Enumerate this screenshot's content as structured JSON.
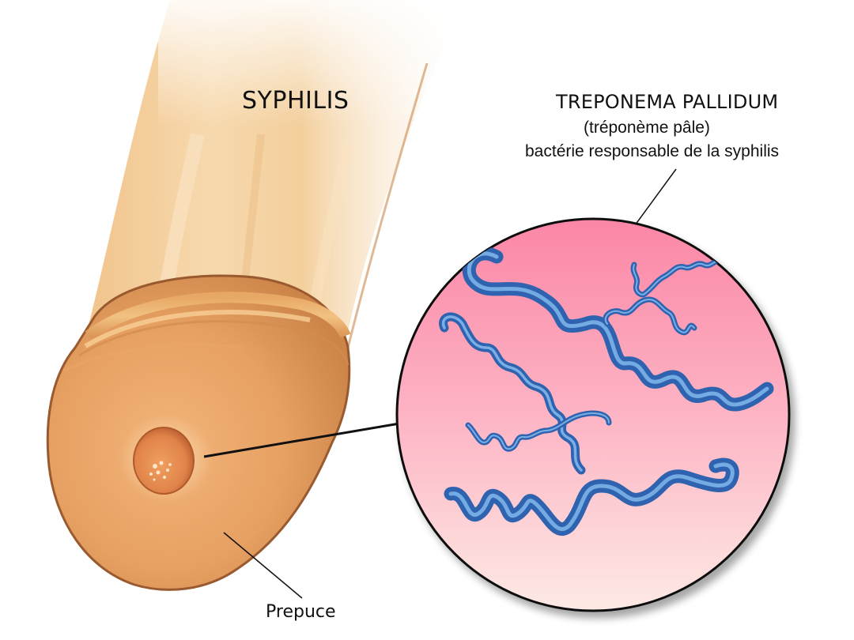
{
  "diagram": {
    "title": "SYPHILIS",
    "bacterium": {
      "name": "TREPONEMA PALLIDUM",
      "common_name": "(tréponème pâle)",
      "description": "bactérie responsable de la syphilis"
    },
    "labels": {
      "prepuce": "Prepuce"
    },
    "colors": {
      "skin_light": "#f6d6a8",
      "skin_mid": "#e6a868",
      "skin_dark": "#c07a40",
      "outline": "#9a5a30",
      "chancre": "#d8743e",
      "circle_top": "#fb8aa8",
      "circle_bottom": "#fde8e4",
      "bacteria_dark": "#2f63b0",
      "bacteria_light": "#7fb6ee"
    }
  }
}
